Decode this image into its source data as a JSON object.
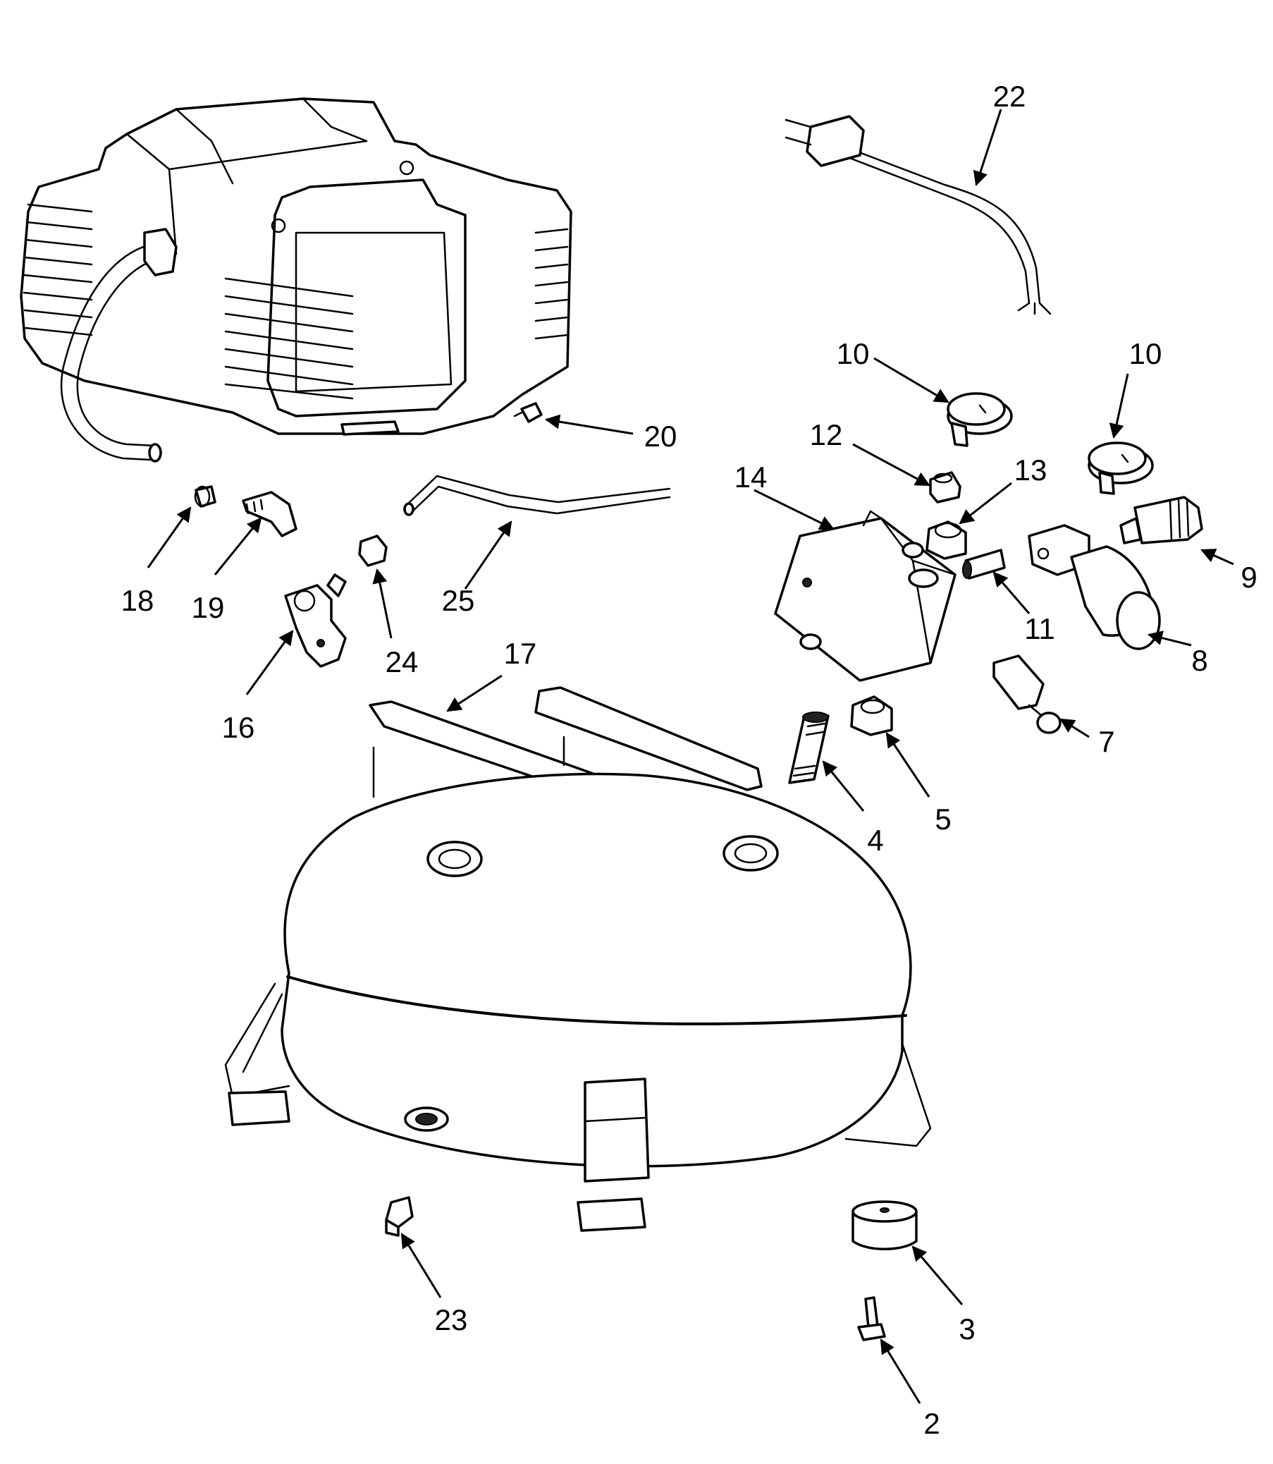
{
  "callouts": [
    {
      "id": "2",
      "text": "2"
    },
    {
      "id": "3",
      "text": "3"
    },
    {
      "id": "4",
      "text": "4"
    },
    {
      "id": "5",
      "text": "5"
    },
    {
      "id": "7",
      "text": "7"
    },
    {
      "id": "8",
      "text": "8"
    },
    {
      "id": "9",
      "text": "9"
    },
    {
      "id": "10a",
      "text": "10"
    },
    {
      "id": "10b",
      "text": "10"
    },
    {
      "id": "11",
      "text": "11"
    },
    {
      "id": "12",
      "text": "12"
    },
    {
      "id": "13",
      "text": "13"
    },
    {
      "id": "14",
      "text": "14"
    },
    {
      "id": "16",
      "text": "16"
    },
    {
      "id": "17",
      "text": "17"
    },
    {
      "id": "18",
      "text": "18"
    },
    {
      "id": "19",
      "text": "19"
    },
    {
      "id": "20",
      "text": "20"
    },
    {
      "id": "22",
      "text": "22"
    },
    {
      "id": "23",
      "text": "23"
    },
    {
      "id": "24",
      "text": "24"
    },
    {
      "id": "25",
      "text": "25"
    }
  ]
}
